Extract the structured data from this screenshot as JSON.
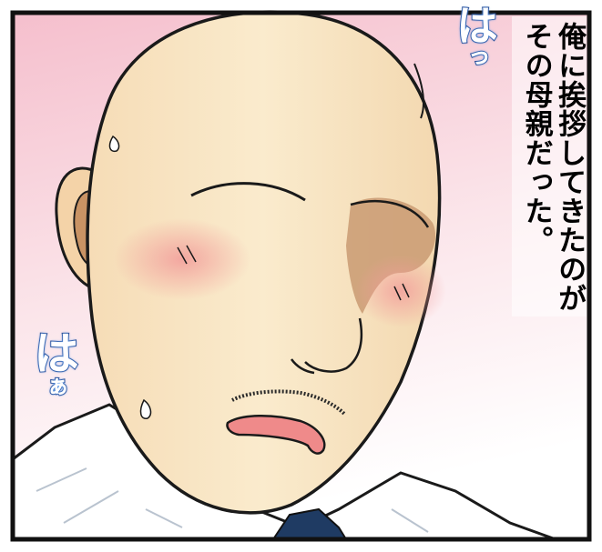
{
  "narration": {
    "col1": "俺に挨拶してきたのが",
    "col2": "その母親だった。"
  },
  "sfx": {
    "top_main": "は",
    "top_small": "っ",
    "left_main": "は",
    "left_small": "ぁ"
  },
  "colors": {
    "background_top": "#f6c9d3",
    "background_bottom": "#ffffff",
    "skin": "#f8e4bf",
    "outline": "#1a1a1a",
    "blush": "#f3a3a0",
    "mouth": "#ef8a8a",
    "shirt": "#ffffff",
    "tie": "#1f3b63",
    "sfx_outline": "#1e3f86"
  }
}
